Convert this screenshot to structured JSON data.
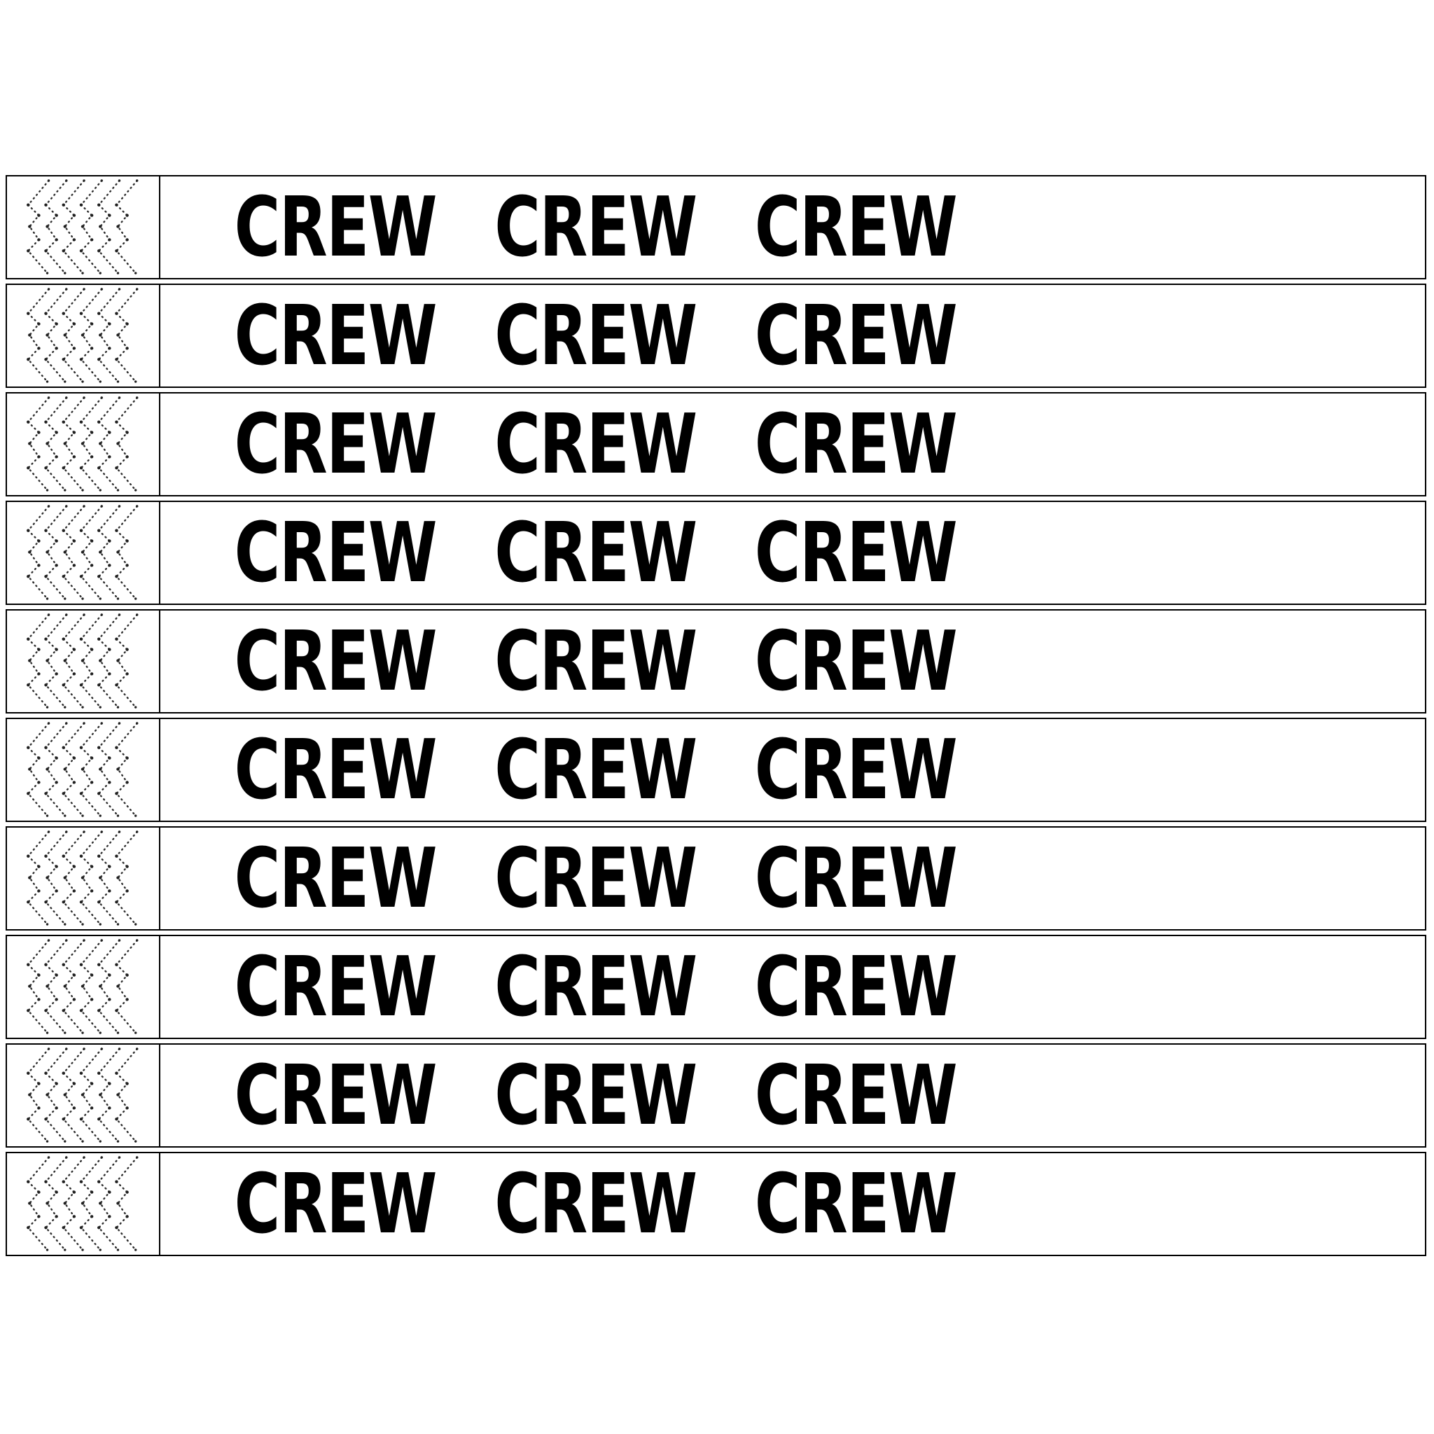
{
  "page": {
    "type": "wristband-print-sheet",
    "background_color": "#ffffff",
    "border_color": "#000000",
    "text_color": "#000000"
  },
  "sheet": {
    "band_count": 10,
    "labels": [
      "CREW",
      "CREW",
      "CREW"
    ],
    "stub": {
      "pattern": "dotted-zigzag-security",
      "columns": 6,
      "dot_color": "#2e2e2e"
    }
  }
}
